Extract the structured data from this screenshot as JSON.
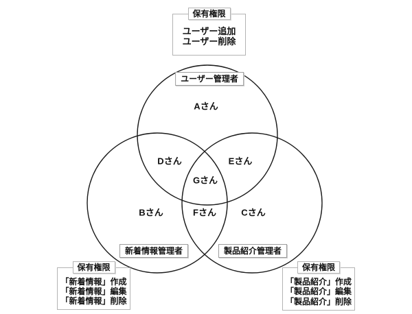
{
  "diagram": {
    "type": "venn",
    "title_hint": "role-permission venn diagram",
    "colors": {
      "background": "#ffffff",
      "circle_stroke": "#1a1a1a",
      "box_border": "#b3b3b3",
      "text": "#111111"
    }
  },
  "circles": {
    "top": {
      "label": "ユーザー管理者"
    },
    "left": {
      "label": "新着情報管理者"
    },
    "right": {
      "label": "製品紹介管理者"
    }
  },
  "regions": {
    "user_only": "Aさん",
    "news_only": "Bさん",
    "product_only": "Cさん",
    "user_news": "Dさん",
    "user_product": "Eさん",
    "news_product": "Fさん",
    "all_three": "Gさん"
  },
  "permission_boxes": {
    "top": {
      "legend": "保有権限",
      "lines": [
        "ユーザー追加",
        "ユーザー削除"
      ]
    },
    "bottom_left": {
      "legend": "保有権限",
      "lines": [
        "「新着情報」作成",
        "「新着情報」編集",
        "「新着情報」削除"
      ]
    },
    "bottom_right": {
      "legend": "保有権限",
      "lines": [
        "「製品紹介」作成",
        "「製品紹介」編集",
        "「製品紹介」削除"
      ]
    }
  }
}
